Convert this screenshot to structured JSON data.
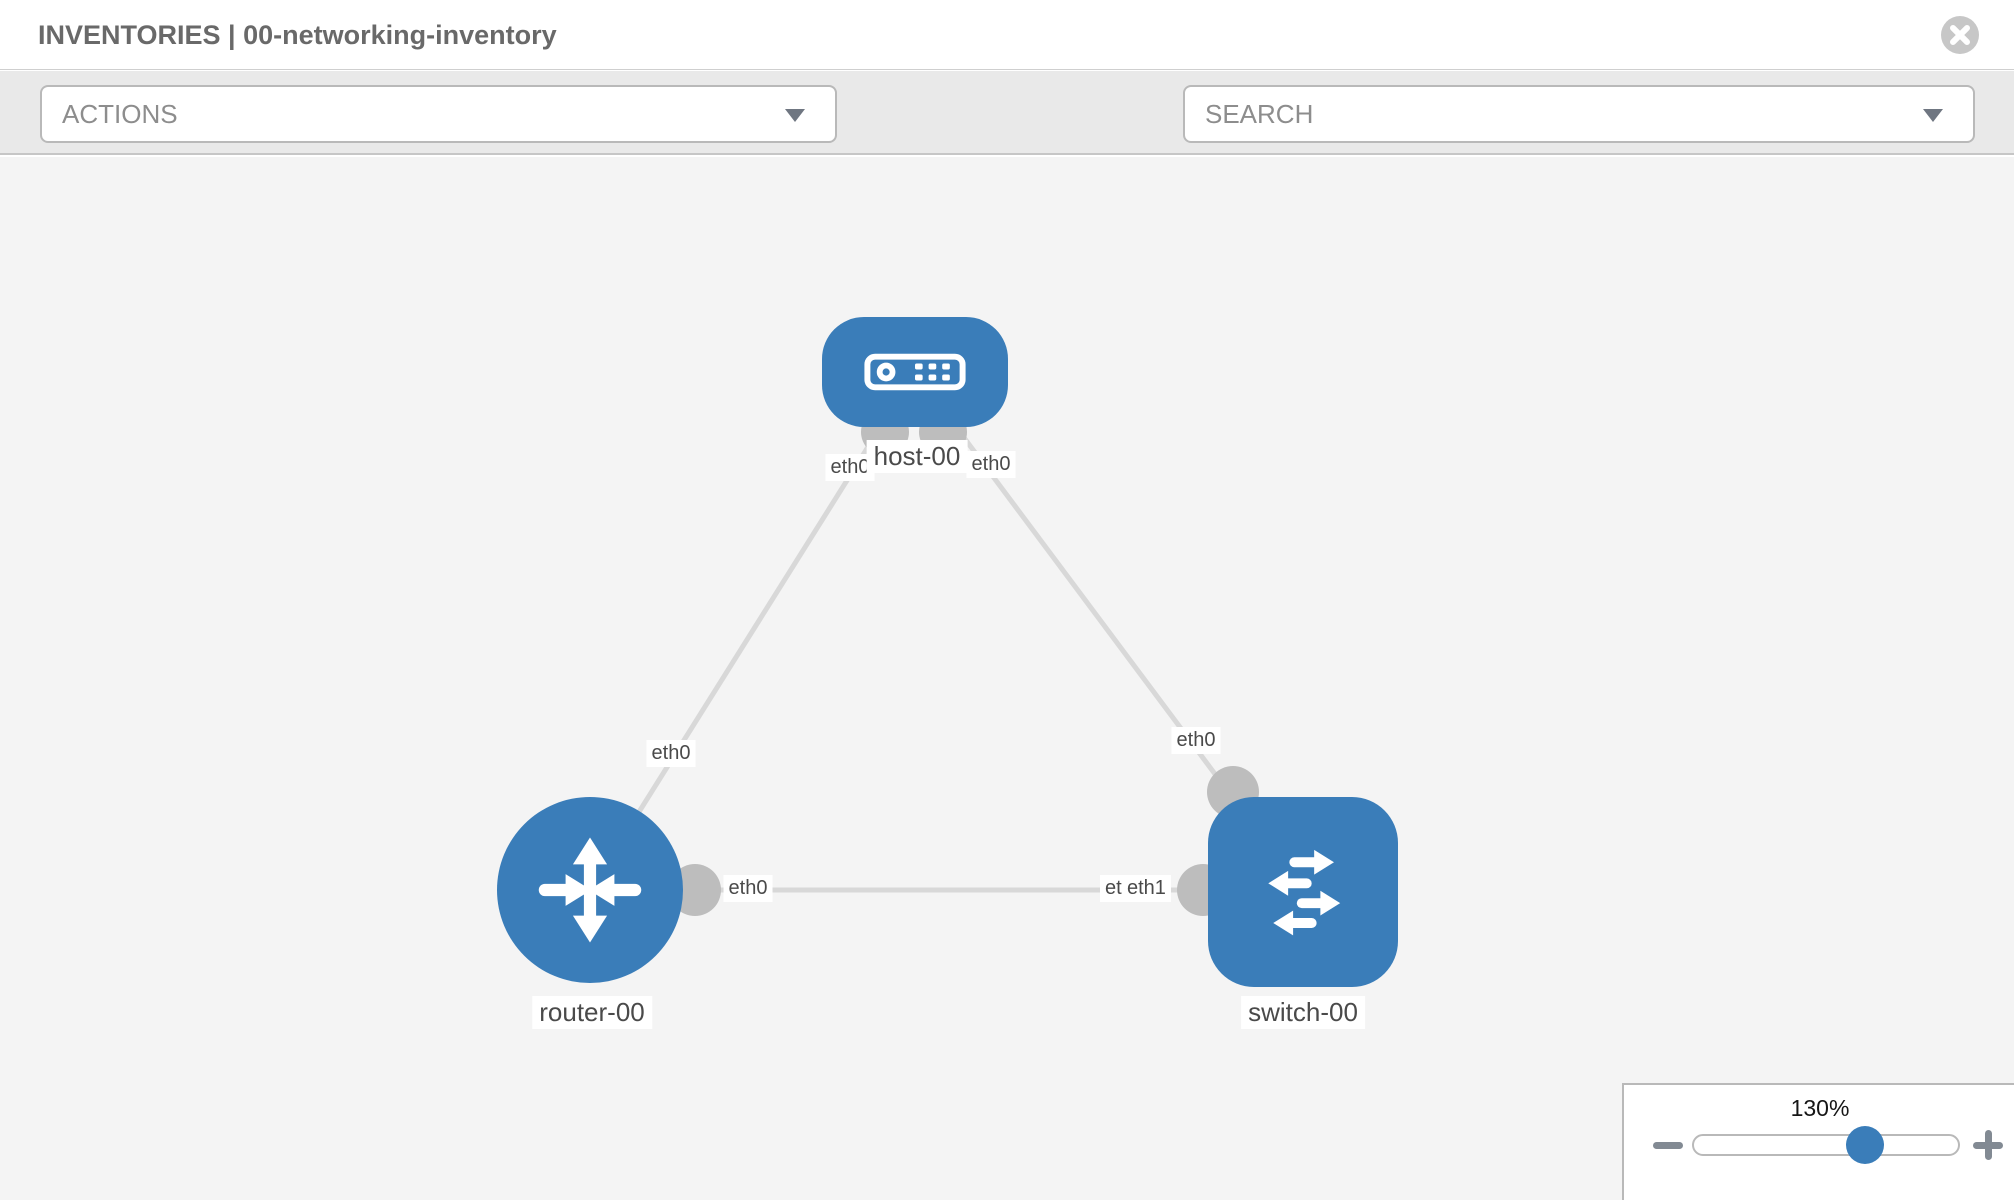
{
  "header": {
    "title": "INVENTORIES | 00-networking-inventory"
  },
  "toolbar": {
    "actions": {
      "label": "ACTIONS"
    },
    "search": {
      "label": "SEARCH"
    },
    "icons": [
      "wrench-icon",
      "key-icon"
    ]
  },
  "topology": {
    "nodes": [
      {
        "id": "host-00",
        "type": "host",
        "label": "host-00"
      },
      {
        "id": "router-00",
        "type": "router",
        "label": "router-00"
      },
      {
        "id": "switch-00",
        "type": "switch",
        "label": "switch-00"
      }
    ],
    "links": [
      {
        "from": "host-00",
        "to": "router-00"
      },
      {
        "from": "host-00",
        "to": "switch-00"
      },
      {
        "from": "router-00",
        "to": "switch-00"
      }
    ],
    "iface_labels": {
      "host_to_router_at_host": "eth0",
      "host_to_switch_at_host": "eth0",
      "host_to_router_at_router": "eth0",
      "host_to_switch_at_switch": "eth0",
      "router_to_switch_at_router": "eth0",
      "router_to_switch_at_switch_under": "eth1",
      "router_to_switch_at_switch_over": "eth1"
    }
  },
  "zoom_control": {
    "level": "130%"
  },
  "colors": {
    "node_blue": "#3a7db9",
    "link_gray": "#d8d8d8",
    "endpoint_gray": "#bdbdbd",
    "canvas_bg": "#f4f4f4",
    "toolbar_bg": "#e9e9e9",
    "label_text": "#4a4a4a",
    "icon_gray": "#828a93",
    "border_gray": "#b9b9b9",
    "title_text": "#696969"
  }
}
